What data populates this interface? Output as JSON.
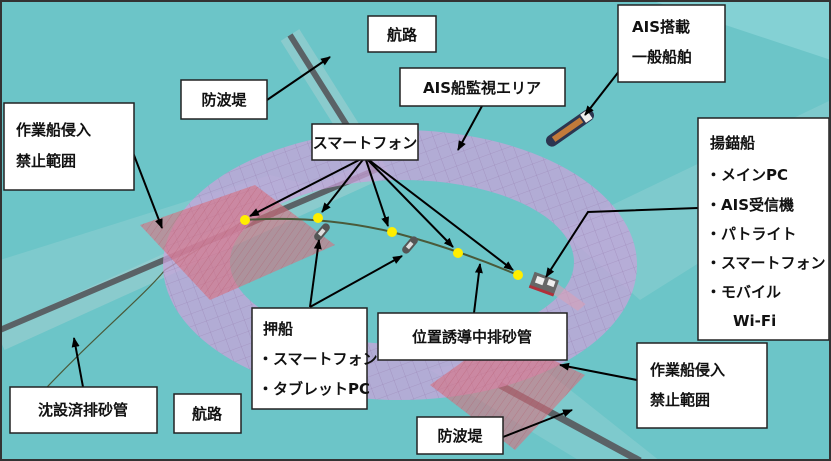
{
  "labels": {
    "route_top": "航路",
    "ais_ship": [
      "AIS搭載",
      "一般船舶"
    ],
    "breakwater_top": "防波堤",
    "ais_area": "AIS船監視エリア",
    "nogo_left": [
      "作業船侵入",
      "禁止範囲"
    ],
    "smartphone": "スマートフォン",
    "anchor_ship": [
      "揚錨船",
      "・メインPC",
      "・AIS受信機",
      "・パトライト",
      "・スマートフォン",
      "・モバイル",
      "Wi-Fi"
    ],
    "pusher": [
      "押船",
      "・スマートフォン",
      "・タブレットPC"
    ],
    "pipe_guided": "位置誘導中排砂管",
    "nogo_right": [
      "作業船侵入",
      "禁止範囲"
    ],
    "pipe_laid": "沈設済排砂管",
    "route_bottom": "航路",
    "breakwater_bottom": "防波堤"
  },
  "colors": {
    "sea": "#6cc5c8",
    "ring": "#c9a3d9",
    "nogo": "#d9707f",
    "marker": "#ffee00"
  }
}
